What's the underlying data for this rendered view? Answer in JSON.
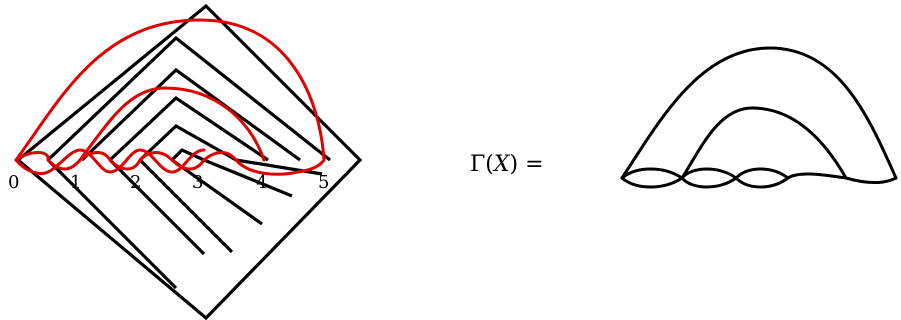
{
  "colors": {
    "diagram_lines": "#000000",
    "red_curves": "#e00000",
    "background": "#ffffff"
  },
  "left_diagram": {
    "node_labels": [
      "0",
      "1",
      "2",
      "3",
      "4",
      "5"
    ]
  },
  "right_diagram": {
    "formula_gamma": "Γ(",
    "formula_var": "X",
    "formula_close": ") ="
  }
}
